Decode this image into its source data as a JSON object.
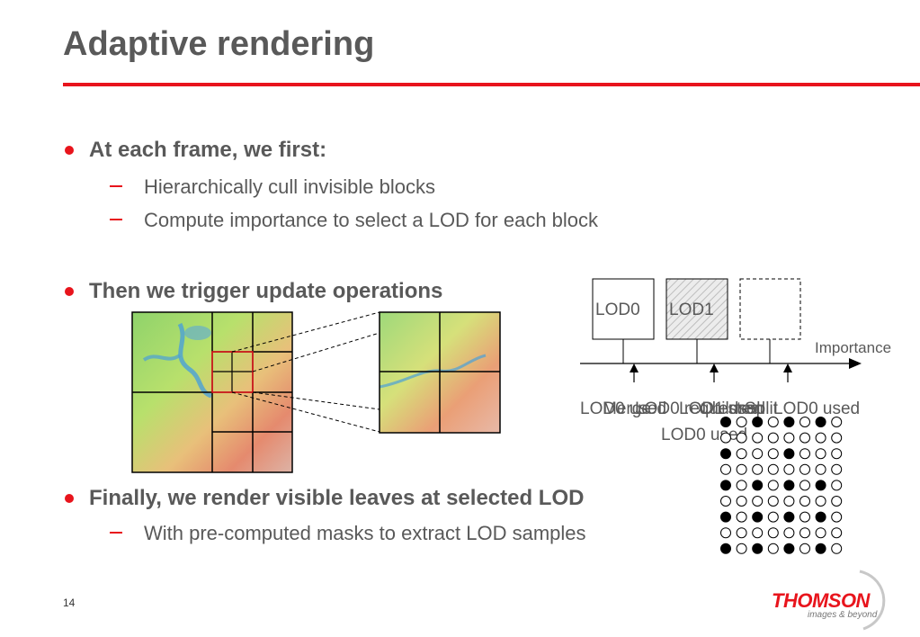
{
  "slide": {
    "title": "Adaptive rendering",
    "page_number": "14"
  },
  "bullets": [
    {
      "text": "At each frame, we first:",
      "subs": [
        "Hierarchically cull invisible blocks",
        "Compute importance to select a LOD for each block"
      ]
    },
    {
      "text": "Then we trigger update operations",
      "subs": []
    },
    {
      "text": "Finally, we render visible leaves at selected LOD",
      "subs": [
        "With pre-computed masks to extract LOD samples"
      ]
    }
  ],
  "lod_diagram": {
    "box_labels": [
      "LOD0",
      "LOD1",
      ""
    ],
    "axis_label": "Importance",
    "overlapping_labels": [
      "LOD0 used",
      "Merge",
      "LOD0 requested",
      "LOD1 used",
      "Children",
      "Split",
      "LOD0 used"
    ],
    "second_line_label": "LOD0 used"
  },
  "mask_grid": {
    "rows": [
      "10101010",
      "00000000",
      "10001000",
      "00000000",
      "10101010",
      "00000000",
      "10101010",
      "00000000",
      "10101010"
    ]
  },
  "logo": {
    "brand": "THOMSON",
    "tagline": "images & beyond"
  },
  "colors": {
    "accent": "#e8141c",
    "text": "#595959"
  }
}
